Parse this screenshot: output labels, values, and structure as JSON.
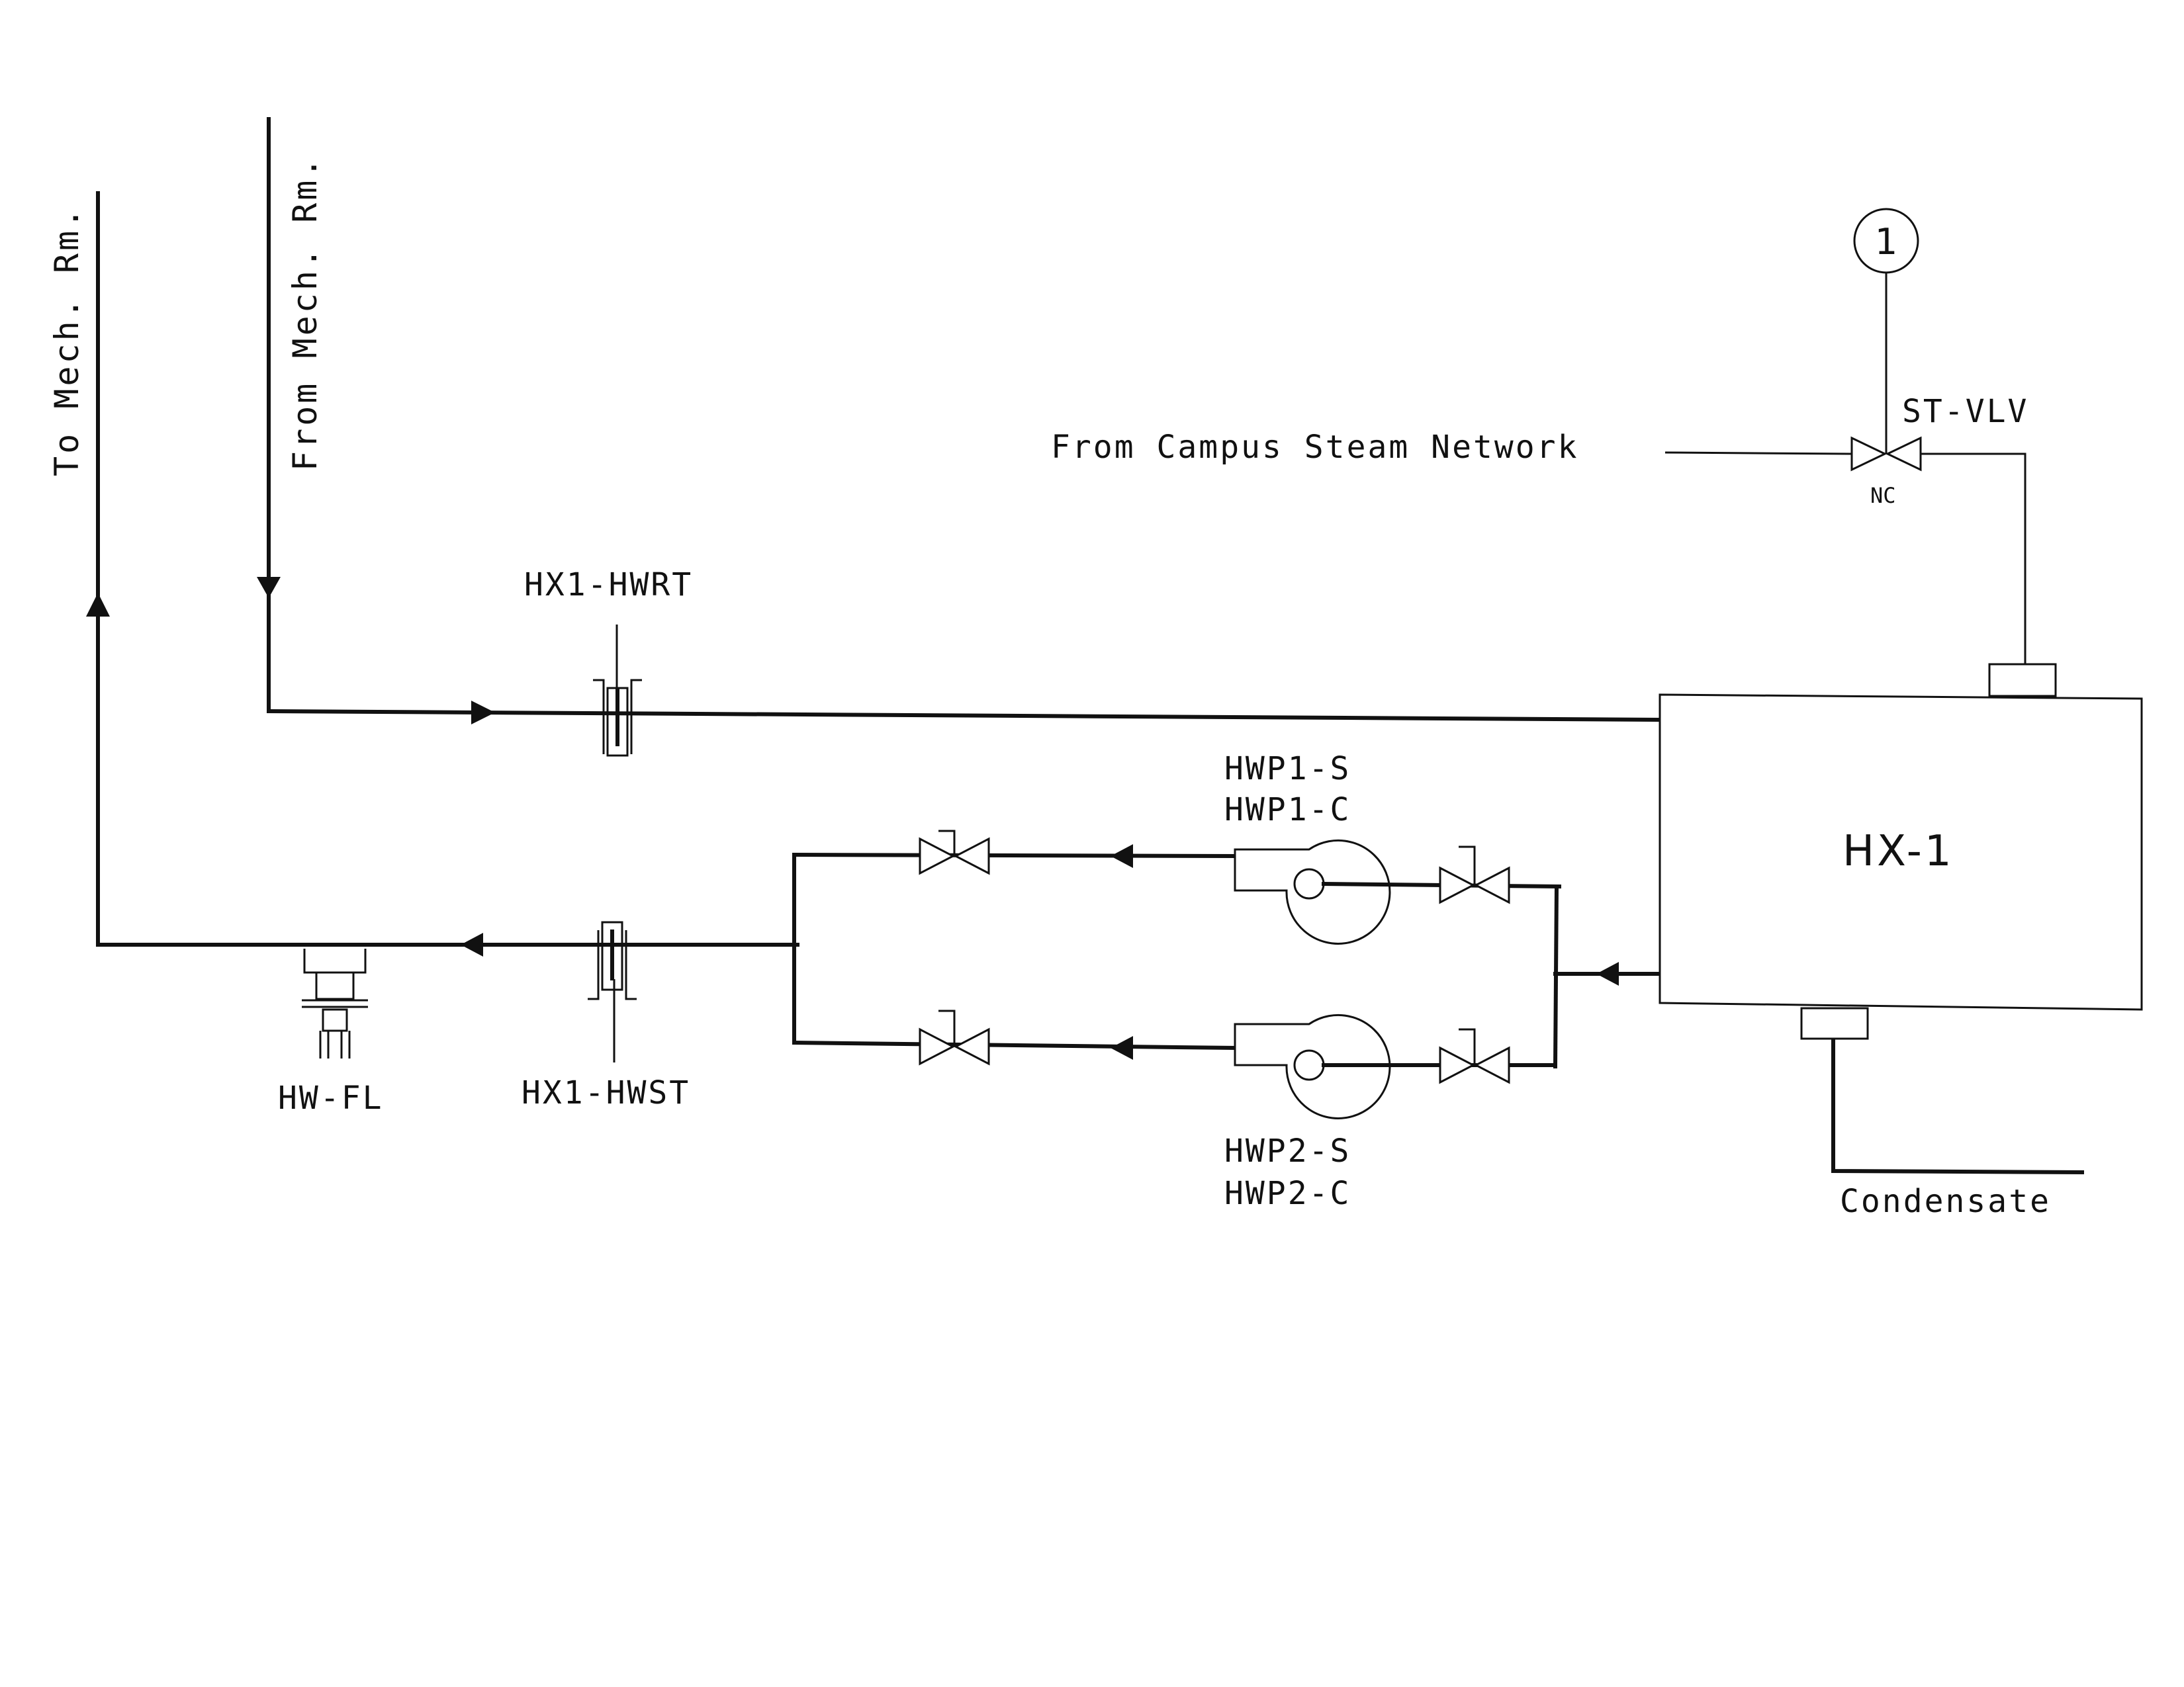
{
  "labels": {
    "to_mech_rm": "To Mech. Rm.",
    "from_mech_rm": "From Mech. Rm.",
    "from_campus_steam": "From Campus Steam Network",
    "st_vlv": "ST-VLV",
    "nc": "NC",
    "control_tag": "1",
    "hx1_hwrt": "HX1-HWRT",
    "hx1_hwst": "HX1-HWST",
    "hw_fl": "HW-FL",
    "hwp1_s": "HWP1-S",
    "hwp1_c": "HWP1-C",
    "hwp2_s": "HWP2-S",
    "hwp2_c": "HWP2-C",
    "hx_1": "HX-1",
    "condensate": "Condensate"
  }
}
